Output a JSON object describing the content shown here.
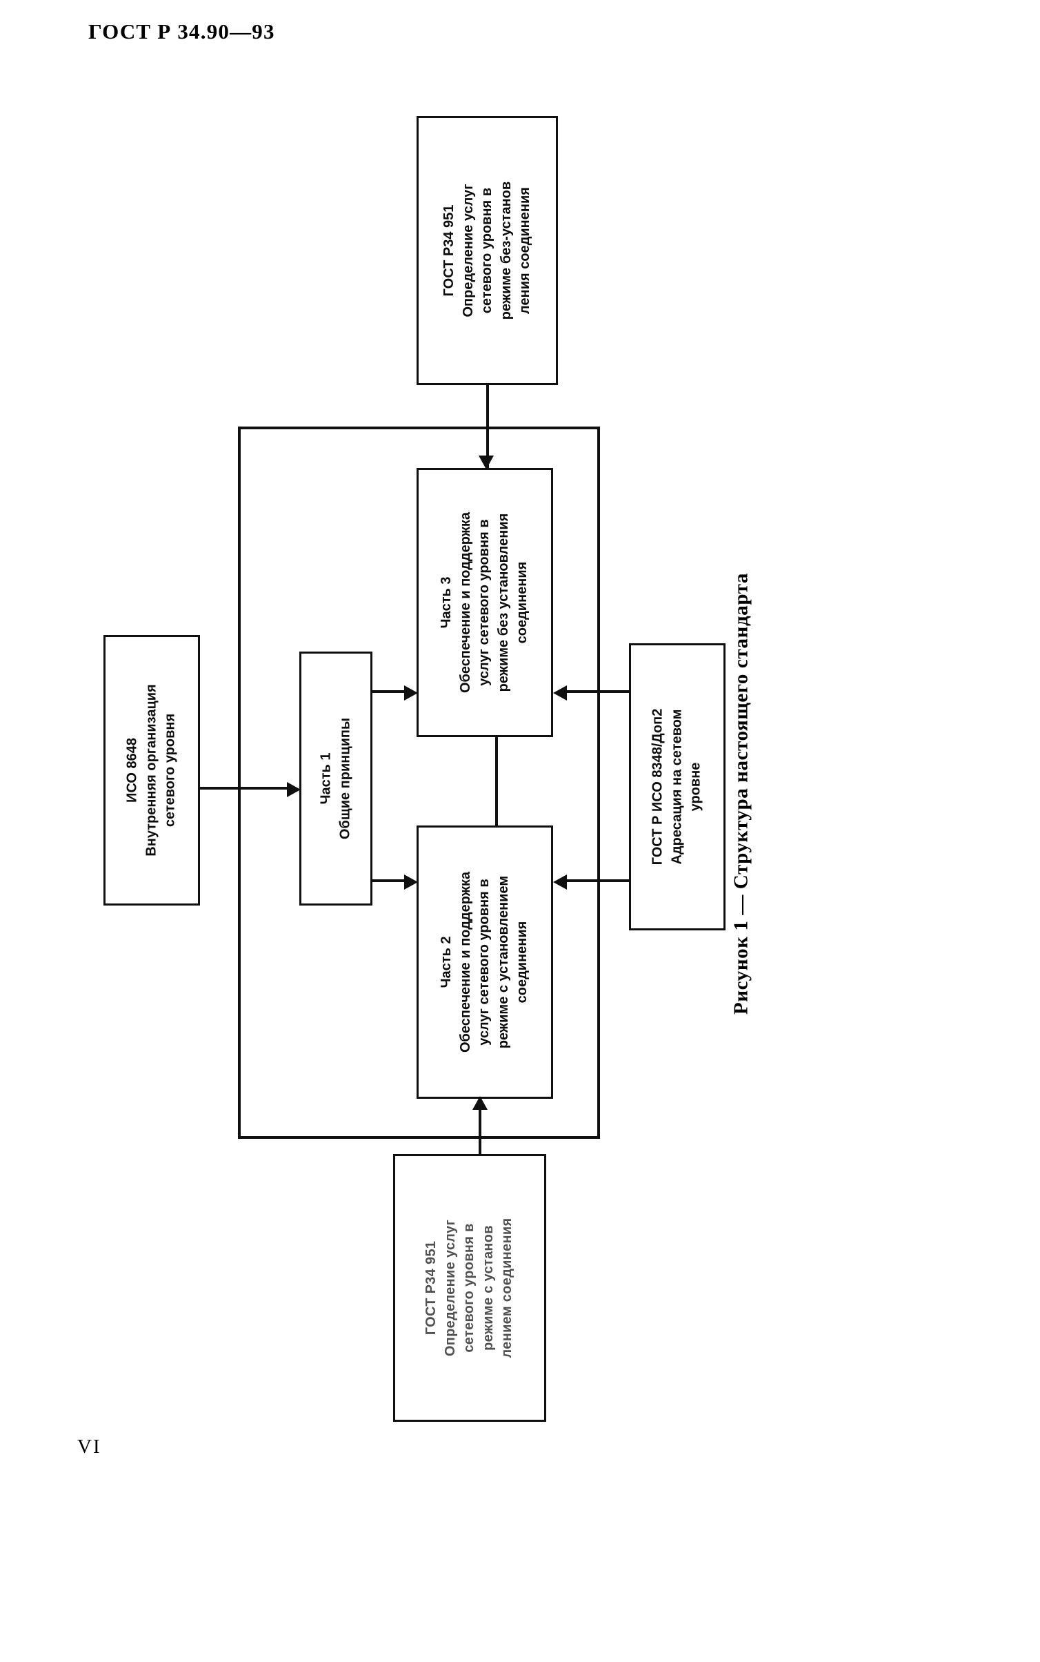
{
  "page": {
    "header": "ГОСТ Р 34.90—93",
    "number": "VI"
  },
  "figure": {
    "caption": "Рисунок 1 — Структура настоящего стандарта",
    "nodes": {
      "top_standard": {
        "title": "ГОСТ Р34 951",
        "lines": [
          "Определение услуг",
          "сетевого уровня в",
          "режиме без-установ",
          "ления соединения"
        ]
      },
      "part3": {
        "title": "Часть 3",
        "lines": [
          "Обеспечение и поддержка",
          "услуг сетевого уровня в",
          "режиме без установления",
          "соединения"
        ]
      },
      "part2": {
        "title": "Часть 2",
        "lines": [
          "Обеспечение и поддержка",
          "услуг сетевого уровня в",
          "режиме с установлением",
          "соединения"
        ]
      },
      "part1": {
        "title": "Часть 1",
        "lines": [
          "Общие принципы"
        ]
      },
      "left_standard": {
        "title": "ИСО 8648",
        "lines": [
          "Внутренняя организация",
          "сетевого уровня"
        ]
      },
      "right_standard": {
        "title": "ГОСТ Р ИСО 8348/Доп2",
        "lines": [
          "Адресация на сетевом",
          "уровне"
        ]
      },
      "bottom_standard": {
        "title": "ГОСТ Р34 951",
        "lines": [
          "Определение услуг",
          "сетевого уровня в",
          "режиме с установ",
          "лением соединения"
        ]
      }
    }
  }
}
